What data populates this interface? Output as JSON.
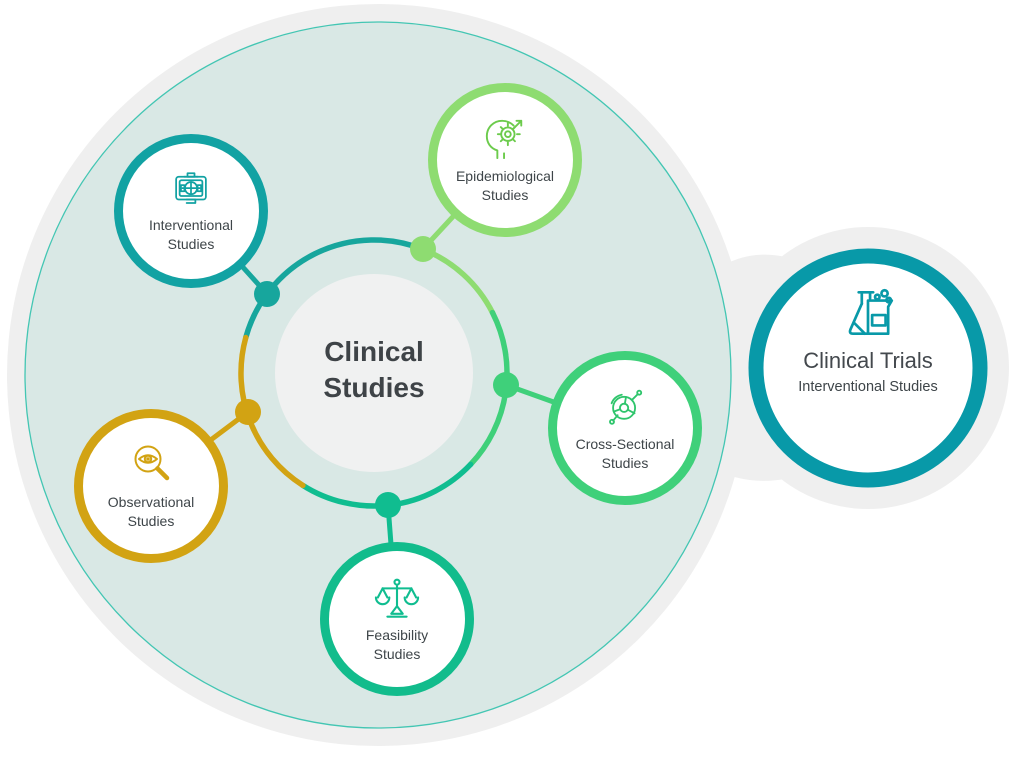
{
  "diagram_title": "Clinical Studies",
  "hub": {
    "label": "Clinical\nStudies"
  },
  "nodes": [
    {
      "id": "interventional",
      "label": "Interventional\nStudies",
      "color": "#12A2A3",
      "icon": "radiology-machine-icon"
    },
    {
      "id": "epidemiological",
      "label": "Epidemiological\nStudies",
      "color": "#8EDC71",
      "icon": "head-gear-arrow-icon"
    },
    {
      "id": "cross_sectional",
      "label": "Cross-Sectional\nStudies",
      "color": "#3FD07A",
      "icon": "segmented-pie-icon"
    },
    {
      "id": "feasibility",
      "label": "Feasibility\nStudies",
      "color": "#12BC8C",
      "icon": "balance-scale-icon"
    },
    {
      "id": "observational",
      "label": "Observational\nStudies",
      "color": "#D2A313",
      "icon": "magnifier-eye-icon"
    }
  ],
  "highlight": {
    "title": "Clinical Trials",
    "subtitle": "Interventional Studies",
    "color": "#0899A8",
    "icon": "flask-beaker-icon"
  },
  "palette": {
    "outer_blob_gray": "#EFEFEF",
    "inner_circle_fill": "#D9E8E5",
    "inner_circle_stroke": "#43C6B3",
    "hub_circle_fill": "#F0F1F1",
    "text_dark": "#3E4347",
    "ring_teal": "#17A69D",
    "ring_light_green": "#8EDC71",
    "ring_green": "#3FD07A",
    "ring_emerald": "#10BD90",
    "ring_gold": "#D2A313"
  }
}
